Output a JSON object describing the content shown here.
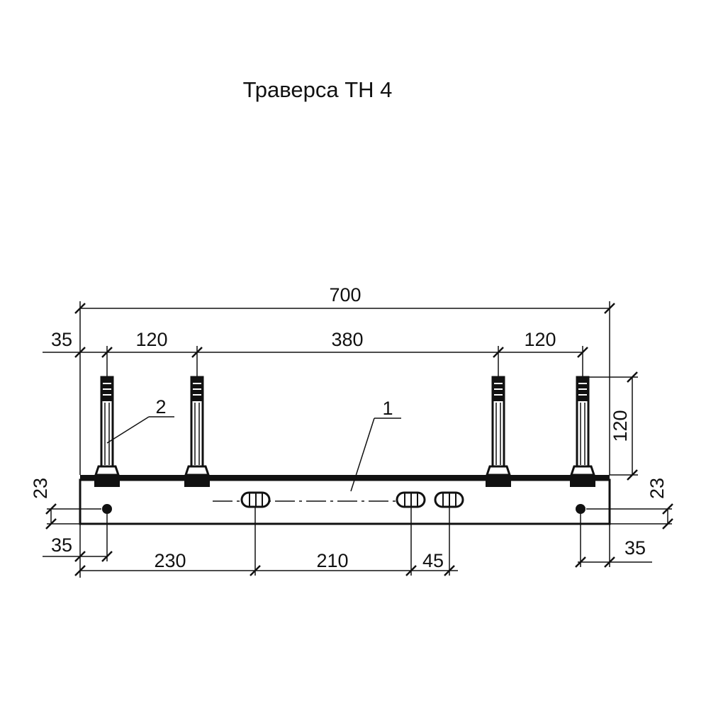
{
  "title": "Траверса ТН 4",
  "dimensions": {
    "total_length": "700",
    "left_offset_top": "35",
    "pitch_left": "120",
    "pitch_middle": "380",
    "pitch_right": "120",
    "bolt_height": "120",
    "hole_offset_left": "23",
    "hole_offset_right": "23",
    "left_offset_bottom": "35",
    "slot_1_position": "230",
    "slot_spacing": "210",
    "slot_pair_spacing": "45",
    "right_offset_bottom": "35"
  },
  "callouts": {
    "beam": "1",
    "bolt": "2"
  }
}
